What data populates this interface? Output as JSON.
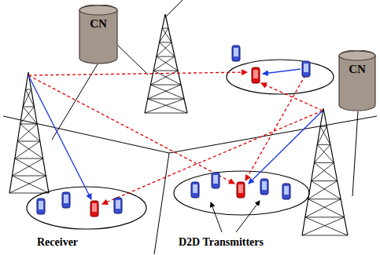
{
  "diagram": {
    "nodes": [
      {
        "text": [
          "CN"
        ]
      },
      {
        "text": [
          "CN"
        ]
      }
    ],
    "labels": [
      "Receiver",
      "D2D Transmitters"
    ]
  }
}
